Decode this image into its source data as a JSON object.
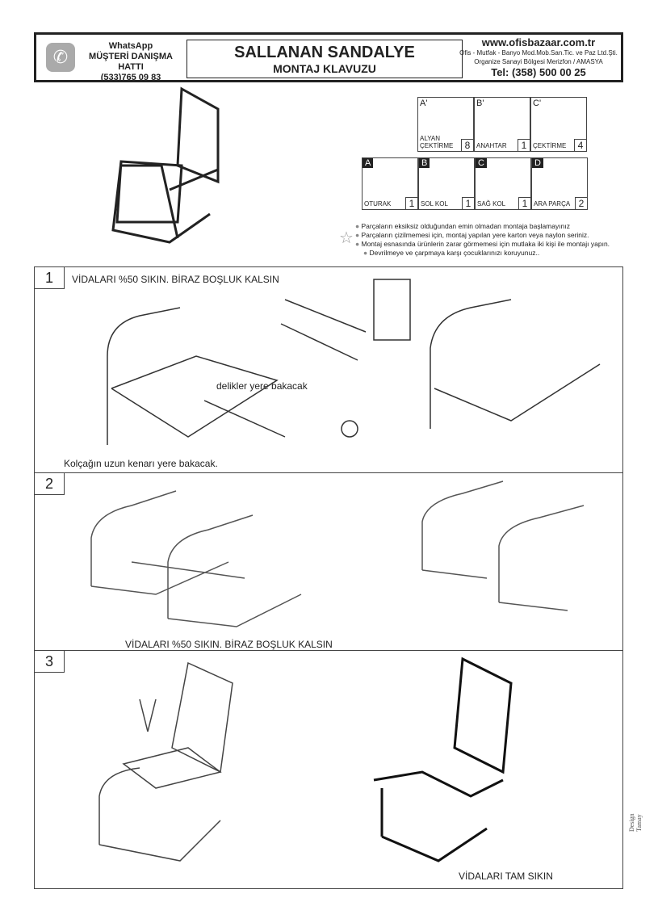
{
  "header": {
    "whatsapp": "WhatsApp",
    "hotline": "MÜŞTERİ DANIŞMA HATTI",
    "phone": "(533)765 09 83",
    "title": "SALLANAN SANDALYE",
    "subtitle": "MONTAJ KLAVUZU",
    "website": "www.ofisbazaar.com.tr",
    "company": "Ofis - Mutfak - Banyo Mod.Mob.San.Tic. ve Paz Ltd.Şti.",
    "address": "Organize Sanayi Bölgesi Merizfon / AMASYA",
    "tel": "Tel: (358) 500 00 25"
  },
  "hardware": [
    {
      "code": "A'",
      "name": "ALYAN ÇEKTİRME",
      "qty": "8"
    },
    {
      "code": "B'",
      "name": "ANAHTAR",
      "qty": "1"
    },
    {
      "code": "C'",
      "name": "ÇEKTİRME",
      "qty": "4"
    }
  ],
  "parts": [
    {
      "code": "A",
      "name": "OTURAK",
      "qty": "1"
    },
    {
      "code": "B",
      "name": "SOL KOL",
      "qty": "1"
    },
    {
      "code": "C",
      "name": "SAĞ KOL",
      "qty": "1"
    },
    {
      "code": "D",
      "name": "ARA PARÇA",
      "qty": "2"
    }
  ],
  "notes": [
    "Parçaların eksiksiz olduğundan emin olmadan montaja başlamayınız",
    "Parçaların çizilmemesi için, montaj yapılan yere karton veya naylon seriniz.",
    "Montaj esnasında ürünlerin zarar görmemesi için mutlaka iki kişi ile montajı yapın.",
    "Devrilmeye ve çarpmaya karşı çocuklarınızı koruyunuz.."
  ],
  "steps": [
    {
      "num": "1",
      "caption": "VİDALARI %50 SIKIN. BİRAZ BOŞLUK KALSIN",
      "note1": "delikler yere bakacak",
      "note2": "Kolçağın uzun kenarı yere bakacak."
    },
    {
      "num": "2",
      "caption": "VİDALARI %50 SIKIN. BİRAZ BOŞLUK KALSIN"
    },
    {
      "num": "3",
      "caption": "VİDALARI TAM SIKIN"
    }
  ],
  "credit": "Design Tamay"
}
